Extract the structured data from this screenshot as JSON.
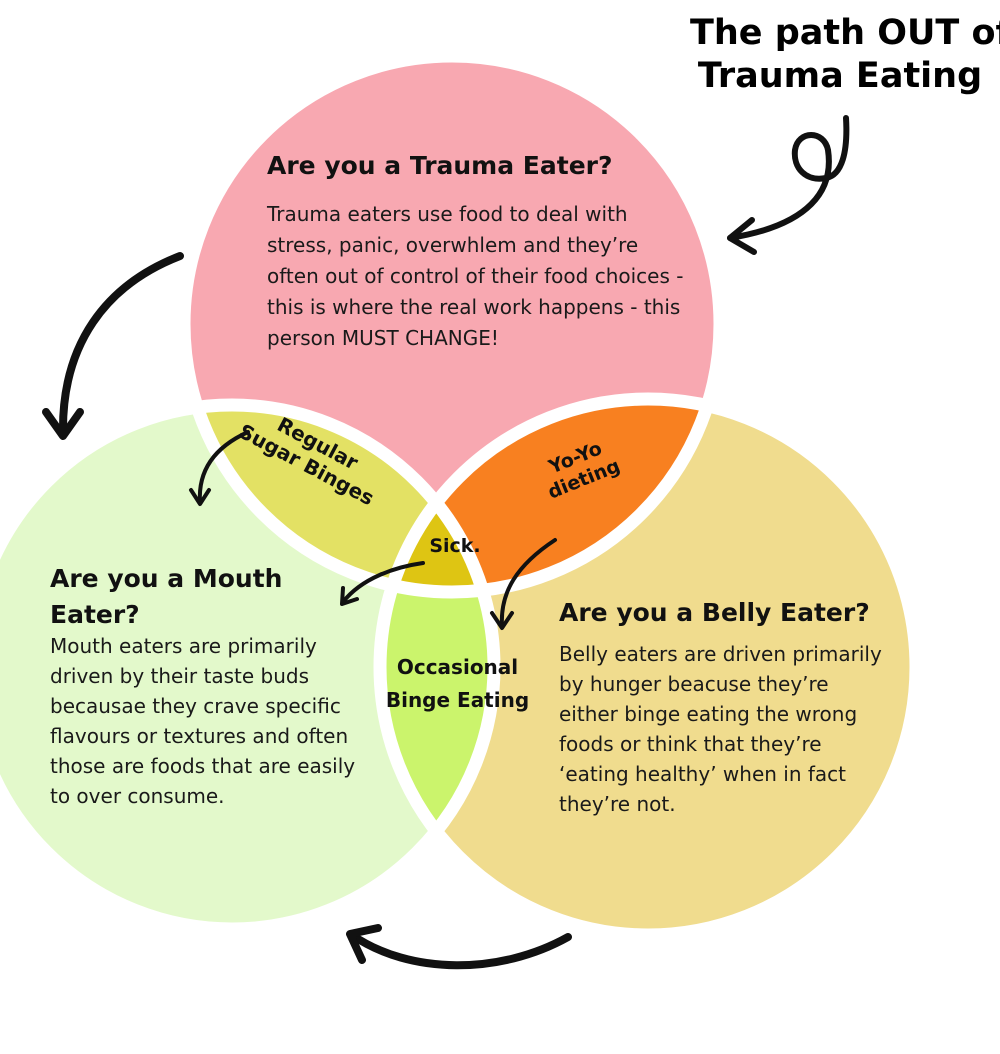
{
  "title": {
    "line1": "The path OUT of",
    "line2": "Trauma Eating"
  },
  "circles": {
    "trauma": {
      "heading": "Are you a Trauma Eater?",
      "text": "Trauma eaters use food to deal with stress, panic, overwhlem and they’re often out of control of their food choices - this is where the real work happens - this person MUST CHANGE!",
      "color": "#f8a8b1"
    },
    "mouth": {
      "heading": "Are you a Mouth Eater?",
      "text": "Mouth eaters are primarily driven by their taste buds becausae they crave specific flavours or textures and often those are foods that are easily to over consume.",
      "color": "#e3f9cb"
    },
    "belly": {
      "heading": "Are you a Belly Eater?",
      "text": "Belly eaters are driven primarily by hunger beacuse they’re either binge eating the wrong foods or think that they’re ‘eating healthy’ when in fact they’re not.",
      "color": "#f0dc8e"
    }
  },
  "overlaps": {
    "trauma_mouth": {
      "label": "Regular Sugar Binges",
      "color": "#e3e164"
    },
    "trauma_belly": {
      "label": "Yo-Yo dieting",
      "color": "#f88020"
    },
    "mouth_belly": {
      "label": "Occasional Binge Eating",
      "color": "#cbf46c"
    },
    "center": {
      "label": "Sick.",
      "color": "#dec513"
    }
  },
  "colors": {
    "separator": "#ffffff",
    "arrow": "#111111"
  }
}
